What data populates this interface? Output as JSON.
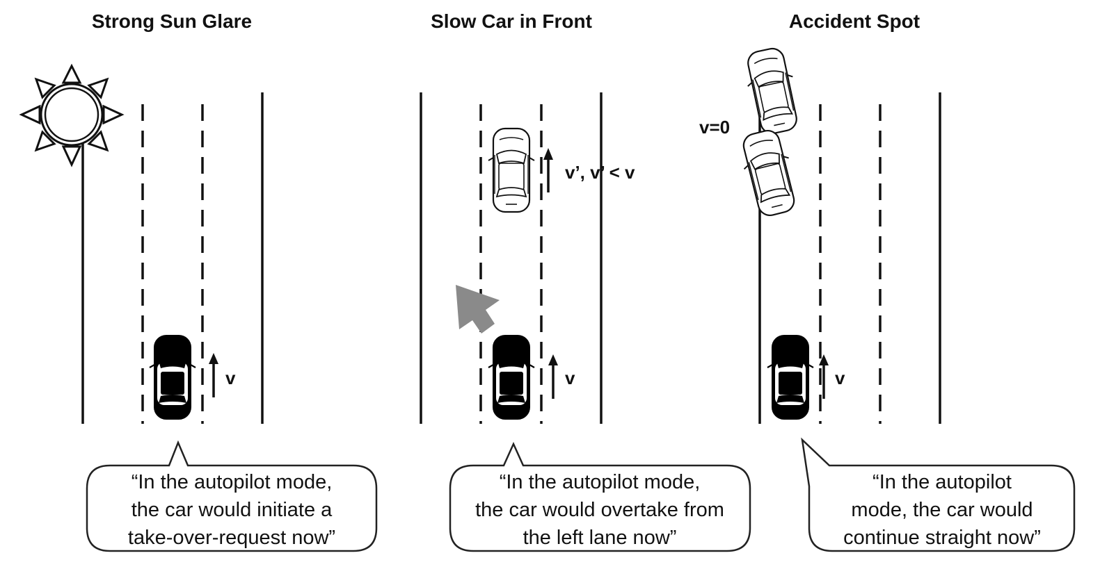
{
  "panels": [
    {
      "title": "Strong Sun Glare",
      "speed_label": "v",
      "caption": [
        "“In the autopilot mode,",
        "the car would initiate a",
        "take-over-request now”"
      ]
    },
    {
      "title": "Slow Car in Front",
      "speed_label": "v",
      "front_speed_label": "v’, v’ < v",
      "caption": [
        "“In the autopilot mode,",
        "the car would overtake from",
        "the left lane now”"
      ]
    },
    {
      "title": "Accident Spot",
      "speed_label": "v",
      "crash_label": "v=0",
      "caption": [
        "“In the autopilot",
        "mode, the car would",
        "continue straight now”"
      ]
    }
  ],
  "colors": {
    "ink": "#111111",
    "pointer": "#8a8a8a"
  }
}
